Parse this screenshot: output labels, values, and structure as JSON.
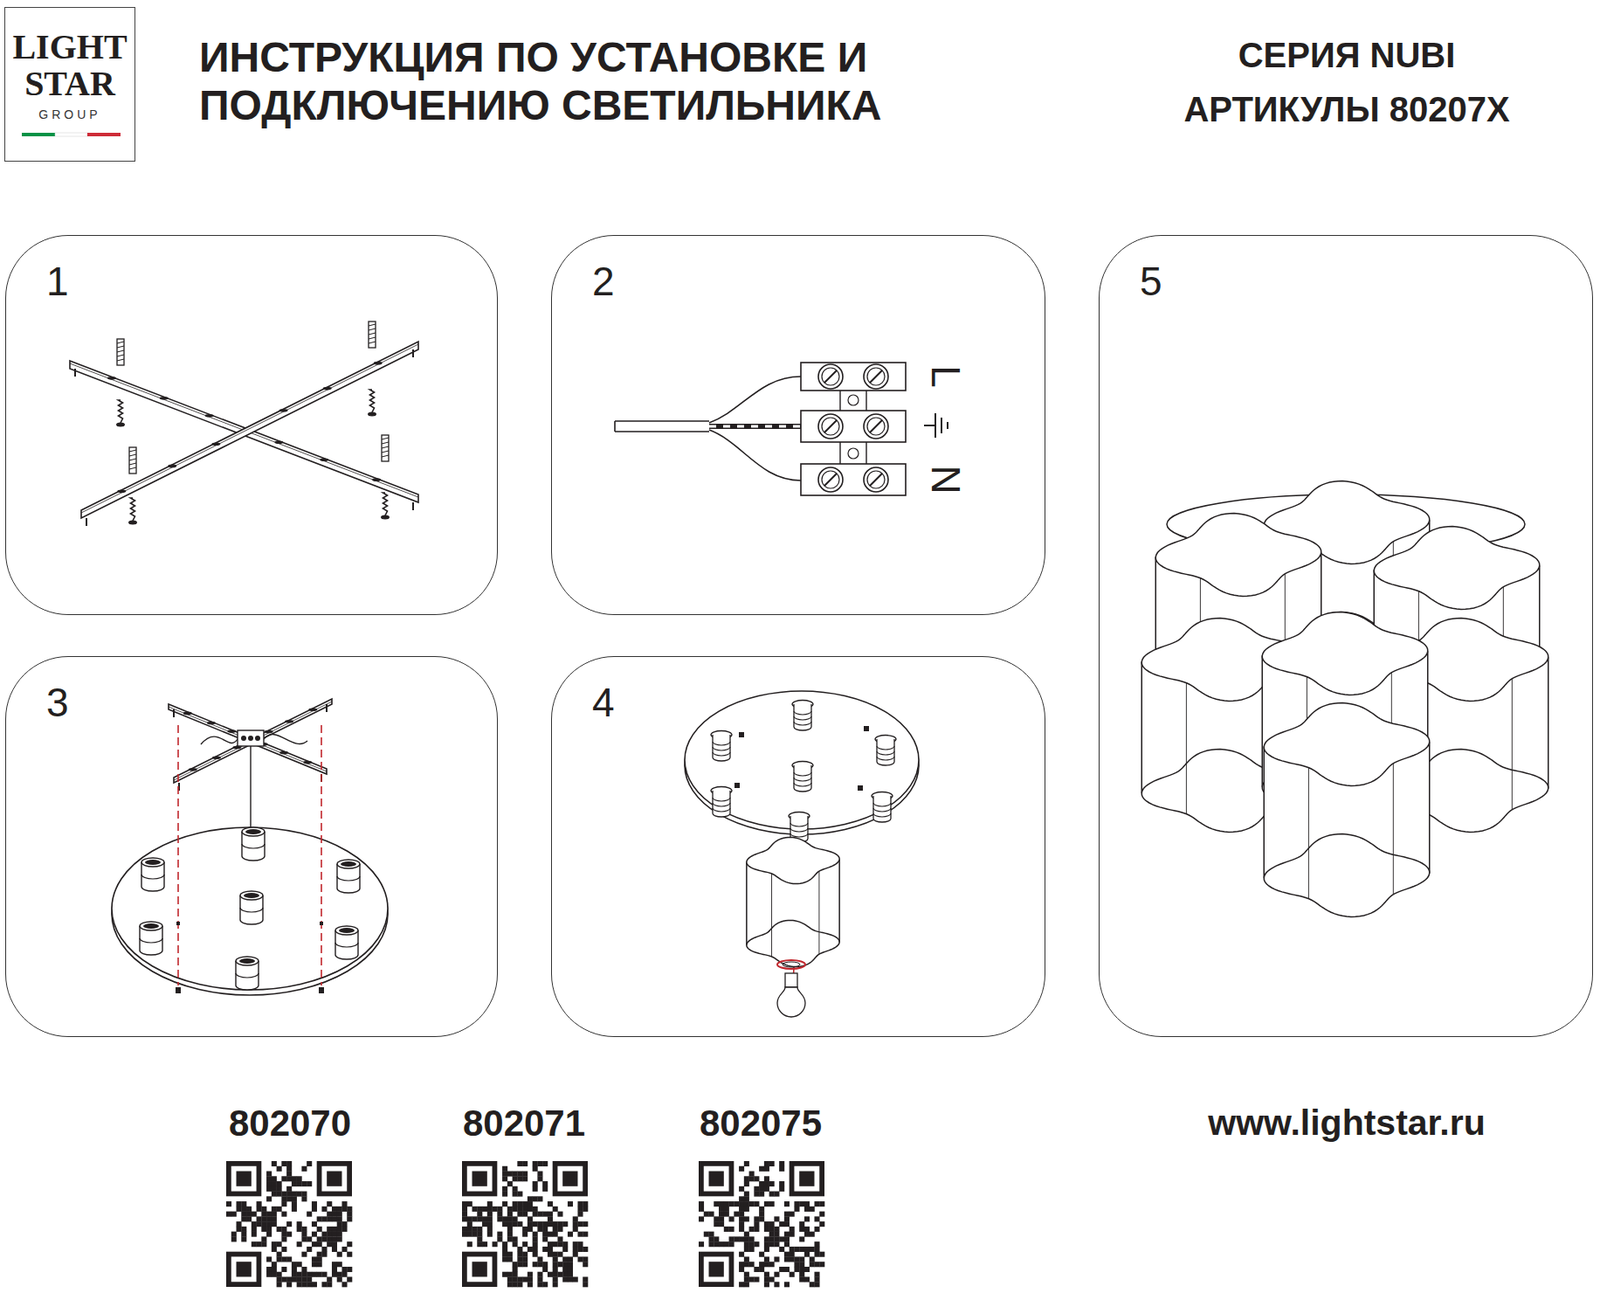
{
  "diagram": {
    "title": "ИНСТРУКЦИЯ ПО УСТАНОВКЕ И ПОДКЛЮЧЕНИЮ СВЕТИЛЬНИКА",
    "nodes": [
      {
        "text": [
          "LIGHT STAR",
          "GROUP"
        ]
      },
      {
        "text": [
          "1"
        ]
      },
      {
        "text": [
          "2"
        ]
      },
      {
        "text": [
          "3"
        ]
      },
      {
        "text": [
          "4"
        ]
      },
      {
        "text": [
          "5"
        ]
      }
    ],
    "labels": [
      "СЕРИЯ NUBI",
      "АРТИКУЛЫ 80207X",
      "L",
      "N",
      "802070",
      "802071",
      "802075",
      "www.lightstar.ru"
    ]
  }
}
